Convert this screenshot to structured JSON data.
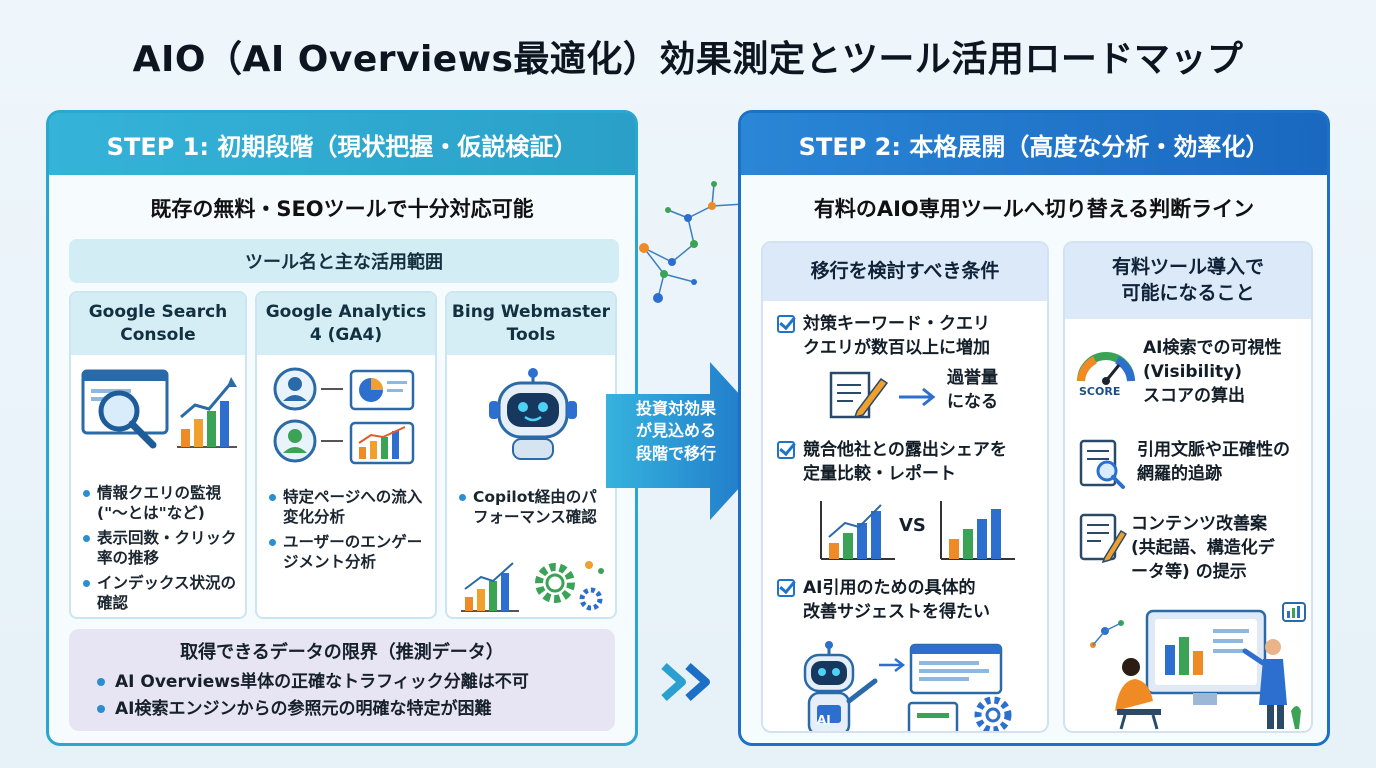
{
  "title": "AIO（AI Overviews最適化）効果測定とツール活用ロードマップ",
  "step1": {
    "header": "STEP 1: 初期段階（現状把握・仮説検証）",
    "subtitle": "既存の無料・SEOツールで十分対応可能",
    "tools_heading": "ツール名と主な活用範囲",
    "tools": [
      {
        "name": "Google Search Console",
        "icon": "search-console-icon",
        "bullets": [
          "情報クエリの監視 (\"〜とは\"など)",
          "表示回数・クリック率の推移",
          "インデックス状況の確認"
        ]
      },
      {
        "name": "Google Analytics 4 (GA4)",
        "icon": "analytics-users-icon",
        "bullets": [
          "特定ページへの流入変化分析",
          "ユーザーのエンゲージメント分析"
        ]
      },
      {
        "name": "Bing Webmaster Tools",
        "icon": "robot-icon",
        "bullets": [
          "Copilot経由のパフォーマンス確認"
        ]
      }
    ],
    "limits_title": "取得できるデータの限界（推測データ）",
    "limits": [
      "AI Overviews単体の正確なトラフィック分離は不可",
      "AI検索エンジンからの参照元の明確な特定が困難"
    ]
  },
  "transition": {
    "label_lines": [
      "投資対効果",
      "が見込める",
      "段階で移行"
    ]
  },
  "step2": {
    "header": "STEP 2: 本格展開（高度な分析・効率化）",
    "subtitle": "有料のAIO専用ツールへ切り替える判断ライン",
    "conditions_heading": "移行を検討すべき条件",
    "conditions": [
      {
        "text": "対策キーワード・クエリ\nクエリが数百以上に増加"
      },
      {
        "text": "競合他社との露出シェアを\n定量比較・レポート"
      },
      {
        "text": "AI引用のための具体的\n改善サジェストを得たい"
      }
    ],
    "workload_label": "過誉量\nになる",
    "vs_label": "VS",
    "capabilities_heading": "有料ツール導入で\n可能になること",
    "capabilities": [
      {
        "icon": "score-gauge-icon",
        "text": "AI検索での可視性\n(Visibility)\nスコアの算出"
      },
      {
        "icon": "document-search-icon",
        "text": "引用文脈や正確性の\n網羅的追跡"
      },
      {
        "icon": "document-edit-icon",
        "text": "コンテンツ改善案\n(共起語、構造化デ\nータ等) の提示"
      }
    ],
    "score_label": "SCORE",
    "ai_badge": "AI"
  },
  "colors": {
    "step1_accent": "#2aa6cf",
    "step2_accent": "#1c71c7",
    "bar_orange": "#f08a24",
    "bar_green": "#3aa356",
    "bar_blue": "#2c6fcf"
  }
}
